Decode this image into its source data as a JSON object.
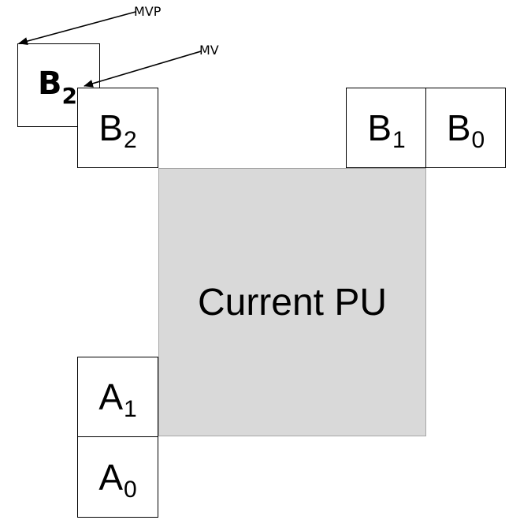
{
  "current_pu": {
    "label": "Current PU"
  },
  "neighbors": {
    "b2": {
      "letter": "B",
      "sub": "2"
    },
    "b1": {
      "letter": "B",
      "sub": "1"
    },
    "b0": {
      "letter": "B",
      "sub": "0"
    },
    "a1": {
      "letter": "A",
      "sub": "1"
    },
    "a0": {
      "letter": "A",
      "sub": "0"
    }
  },
  "reference_block": {
    "letter": "B",
    "sub": "2"
  },
  "arrows": {
    "mvp_label": "MVP",
    "mv_label": "MV"
  }
}
